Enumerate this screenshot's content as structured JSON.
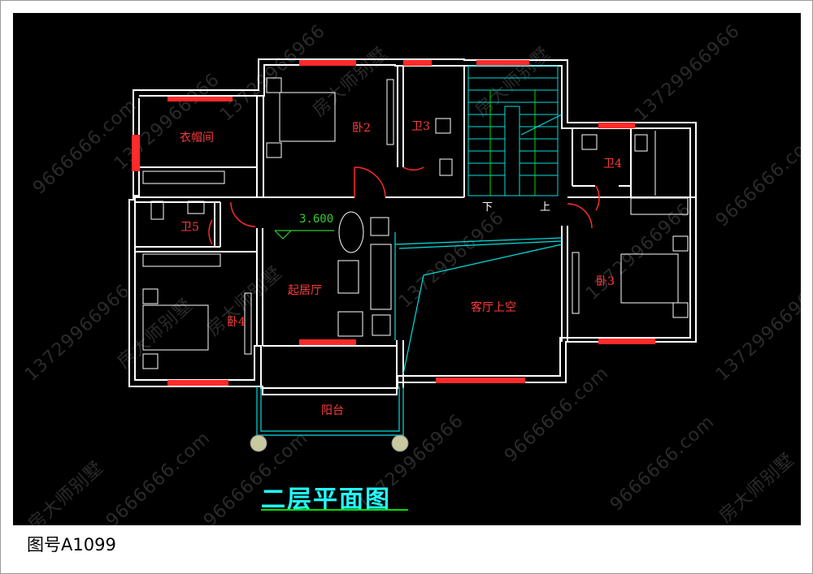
{
  "plan": {
    "title": "二层平面图",
    "drawing_number": "图号A1099",
    "level_mark": "3.600",
    "rooms": {
      "cloakroom": "衣帽间",
      "bedroom2": "卧2",
      "bath3": "卫3",
      "bath4": "卫4",
      "bath5": "卫5",
      "living": "起居厅",
      "void": "客厅上空",
      "bedroom3": "卧3",
      "bedroom4": "卧4",
      "balcony": "阳台",
      "stair_down": "下",
      "stair_up": "上"
    }
  },
  "watermarks": [
    "房大师别墅",
    "13729966966",
    "9666666.com"
  ],
  "colors": {
    "background": "#000000",
    "wall": "#ffffff",
    "window": "#ff2a2a",
    "stair": "#00e0e0",
    "room_label": "#ff3b3b",
    "title": "#22ffff",
    "level": "#33cc33"
  }
}
